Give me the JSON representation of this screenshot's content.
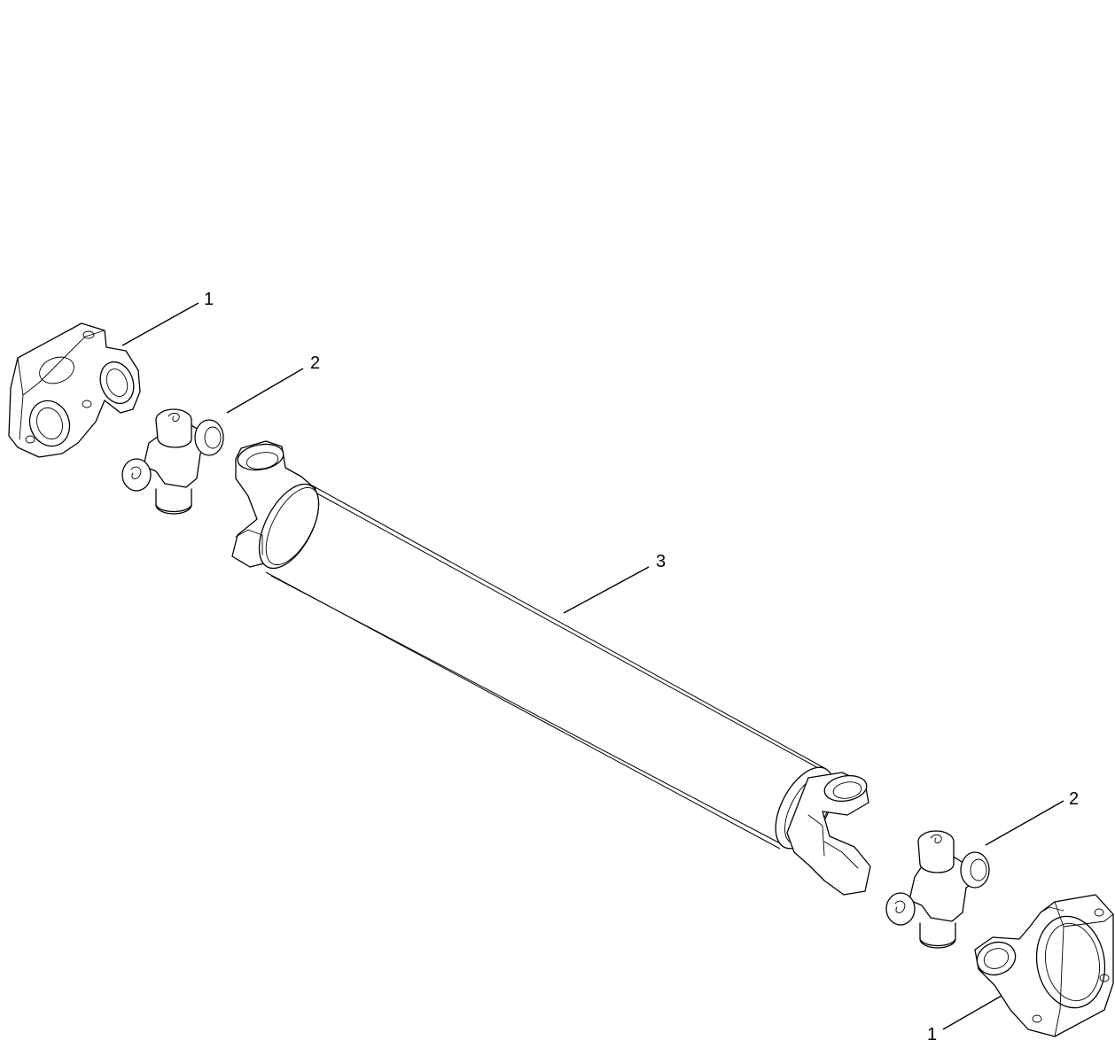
{
  "callouts": [
    {
      "label": "1"
    },
    {
      "label": "2"
    },
    {
      "label": "3"
    },
    {
      "label": "2"
    },
    {
      "label": "1"
    }
  ]
}
